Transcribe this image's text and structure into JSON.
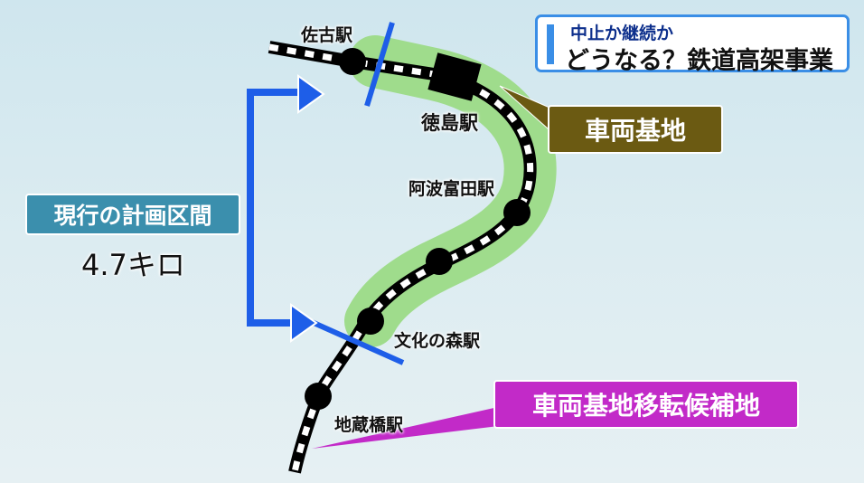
{
  "header": {
    "subtitle": "中止か継続か",
    "title": "どうなる？鉄道高架事業"
  },
  "plan_section": {
    "label": "現行の計画区間",
    "length": "4.7キロ"
  },
  "depot": {
    "label": "車両基地"
  },
  "relocation": {
    "label": "車両基地移転候補地"
  },
  "stations": {
    "saiko": "佐古駅",
    "tokushima": "徳島駅",
    "awa_tomida": "阿波富田駅",
    "bunka_no_mori": "文化の森駅",
    "jizobashi": "地蔵橋駅"
  },
  "colors": {
    "plan_blue": "#1e5ee8",
    "green_area": "#9fdc8c",
    "depot": "#6b5a12",
    "relocation": "#c22ac8",
    "plan_box": "#3b8fad"
  }
}
